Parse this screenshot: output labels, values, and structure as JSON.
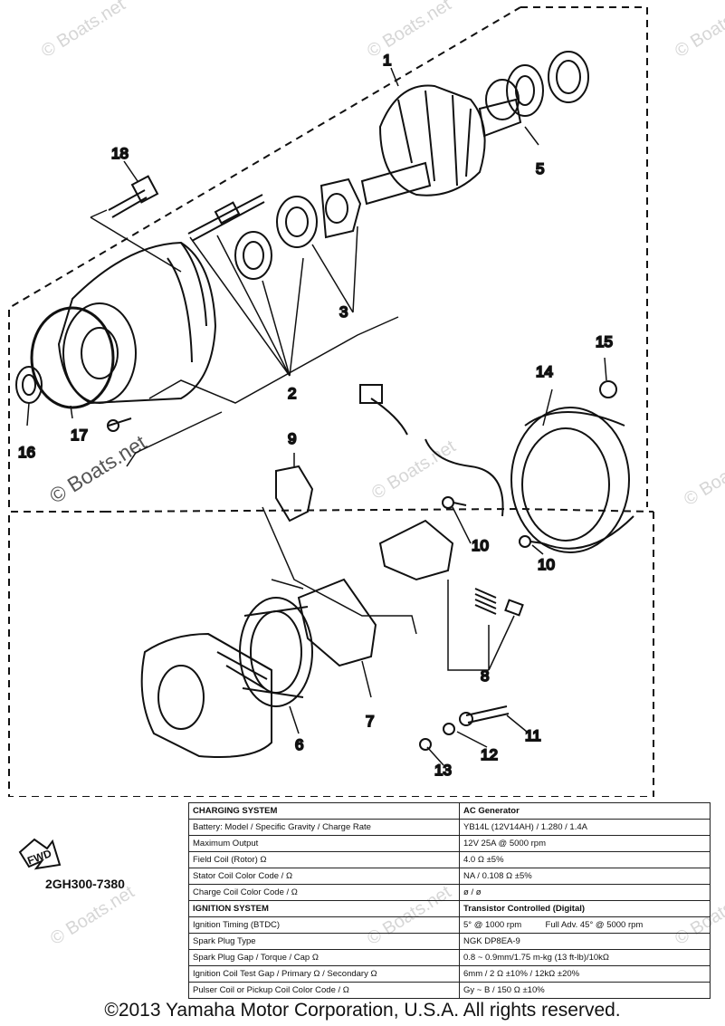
{
  "diagram": {
    "callouts": [
      "1",
      "2",
      "3",
      "5",
      "6",
      "7",
      "8",
      "9",
      "10",
      "10",
      "11",
      "12",
      "13",
      "14",
      "15",
      "16",
      "17",
      "18"
    ]
  },
  "watermark": {
    "text": "© Boats.net"
  },
  "fwd_label": "FWD",
  "part_code": "2GH300-7380",
  "charging_table": {
    "title": "CHARGING SYSTEM",
    "title_value": "AC Generator",
    "rows": [
      {
        "label": "Battery: Model / Specific Gravity / Charge Rate",
        "value": "YB14L (12V14AH) / 1.280 / 1.4A"
      },
      {
        "label": "Maximum Output",
        "value": "12V 25A @ 5000 rpm"
      },
      {
        "label": "Field Coil (Rotor) Ω",
        "value": "4.0 Ω ±5%"
      },
      {
        "label": "Stator Coil Color Code / Ω",
        "value": "NA / 0.108 Ω ±5%"
      },
      {
        "label": "Charge Coil Color Code / Ω",
        "value": "ø / ø"
      }
    ]
  },
  "ignition_table": {
    "title": "IGNITION SYSTEM",
    "title_value": "Transistor Controlled (Digital)",
    "rows": [
      {
        "label": "Ignition Timing (BTDC)",
        "value": "5° @ 1000 rpm          Full Adv. 45° @ 5000 rpm"
      },
      {
        "label": "Spark Plug Type",
        "value": "NGK DP8EA-9"
      },
      {
        "label": "Spark Plug Gap / Torque / Cap Ω",
        "value": "0.8 ~ 0.9mm/1.75 m-kg (13 ft-lb)/10kΩ"
      },
      {
        "label": "Ignition Coil Test Gap / Primary Ω / Secondary Ω",
        "value": "6mm / 2 Ω ±10% / 12kΩ ±20%"
      },
      {
        "label": "Pulser Coil or Pickup Coil Color Code / Ω",
        "value": "Gy ~ B / 150 Ω ±10%"
      }
    ]
  },
  "copyright": "©2013 Yamaha Motor Corporation, U.S.A. All rights reserved."
}
